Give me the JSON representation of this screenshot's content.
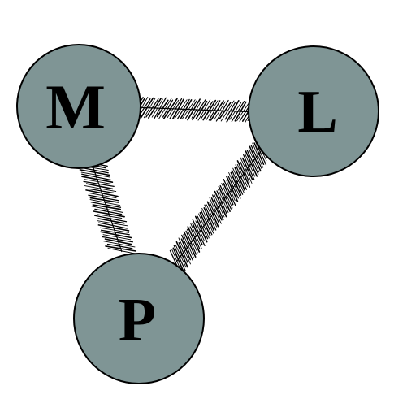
{
  "diagram": {
    "node_fill": "#7f9595",
    "node_stroke": "#000000",
    "hatch_color": "#000000",
    "background": "#ffffff",
    "nodes": [
      {
        "id": "M",
        "label": "M"
      },
      {
        "id": "L",
        "label": "L"
      },
      {
        "id": "P",
        "label": "P"
      }
    ],
    "edges": [
      {
        "from": "M",
        "to": "L"
      },
      {
        "from": "M",
        "to": "P"
      },
      {
        "from": "L",
        "to": "P"
      }
    ]
  }
}
